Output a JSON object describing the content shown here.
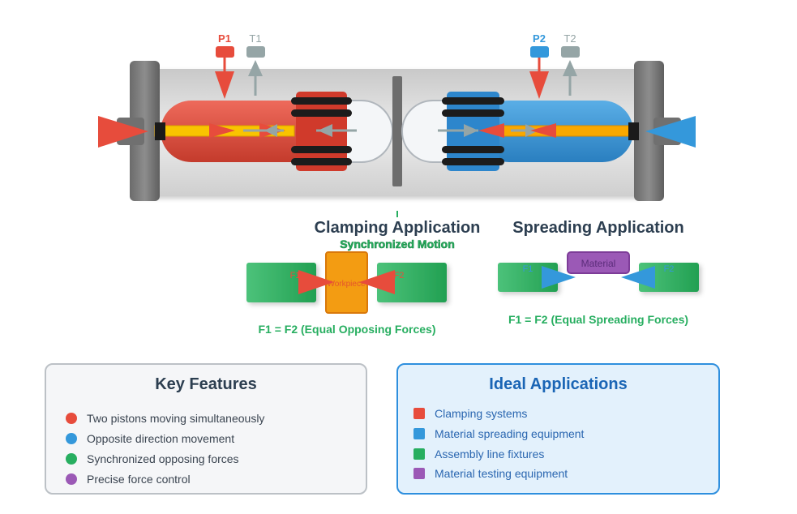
{
  "cylinder": {
    "left_pressure_label": "P1",
    "left_tank_label": "T1",
    "right_pressure_label": "P2",
    "right_tank_label": "T2"
  },
  "clamping": {
    "title": "Clamping Application",
    "subtitle": "Synchronized Motion",
    "workpiece_label": "Workpiece",
    "force_left": "F1",
    "force_right": "F2",
    "equation": "F1 = F2 (Equal Opposing Forces)"
  },
  "spreading": {
    "title": "Spreading Application",
    "material_label": "Material",
    "force_left": "F1",
    "force_right": "F2",
    "equation": "F1 = F2 (Equal Spreading Forces)"
  },
  "features": {
    "title": "Key Features",
    "items": [
      {
        "label": "Two pistons moving simultaneously",
        "color": "#e74c3c"
      },
      {
        "label": "Opposite direction movement",
        "color": "#3498db"
      },
      {
        "label": "Synchronized opposing forces",
        "color": "#27ae60"
      },
      {
        "label": "Precise force control",
        "color": "#9b59b6"
      }
    ]
  },
  "applications": {
    "title": "Ideal Applications",
    "items": [
      {
        "label": "Clamping systems",
        "color": "#e74c3c"
      },
      {
        "label": "Material spreading equipment",
        "color": "#3498db"
      },
      {
        "label": "Assembly line fixtures",
        "color": "#27ae60"
      },
      {
        "label": "Material testing equipment",
        "color": "#9b59b6"
      }
    ]
  },
  "colors": {
    "pressure_red": "#e74c3c",
    "pressure_blue": "#3498db",
    "tank_gray": "#95a5a6",
    "force_green": "#27ae60",
    "workpiece_orange": "#f39c12",
    "material_purple": "#9b59b6",
    "rod_yellow": "#f9c400"
  }
}
